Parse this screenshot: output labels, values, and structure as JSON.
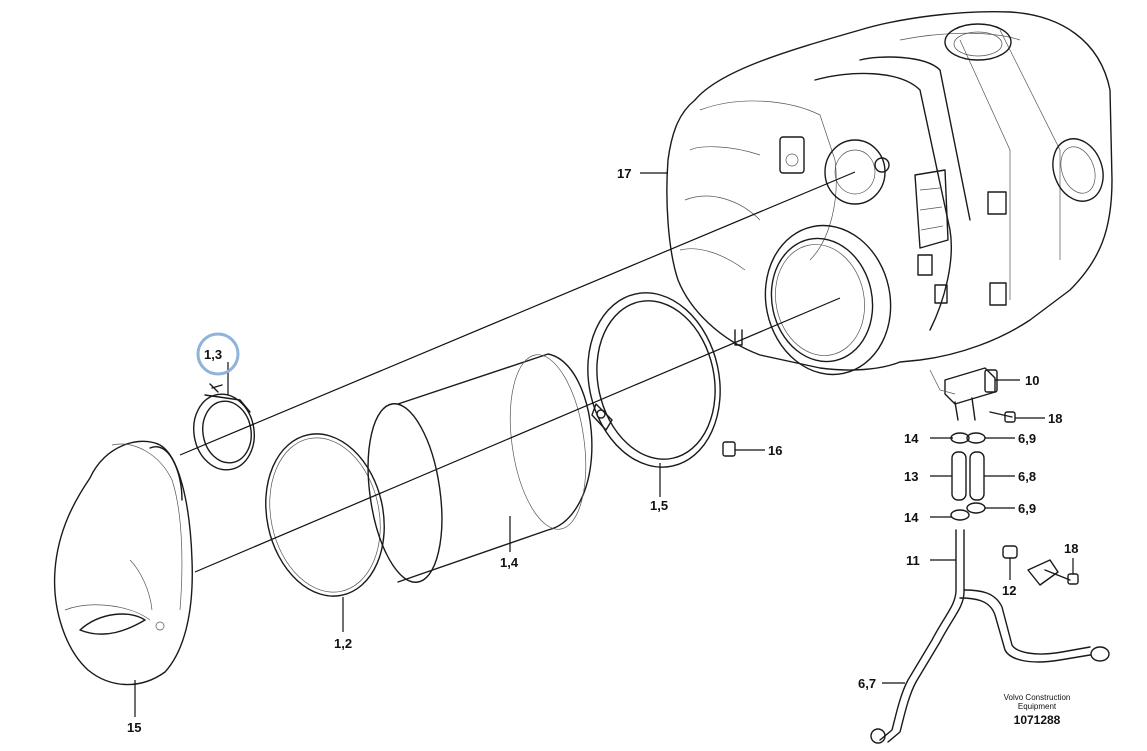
{
  "parts": [
    {
      "id": "p17",
      "label": "17"
    },
    {
      "id": "p13a",
      "label": "1,3"
    },
    {
      "id": "p12a",
      "label": "1,2"
    },
    {
      "id": "p14a",
      "label": "1,4"
    },
    {
      "id": "p15a",
      "label": "1,5"
    },
    {
      "id": "p15",
      "label": "15"
    },
    {
      "id": "p16",
      "label": "16"
    },
    {
      "id": "p10",
      "label": "10"
    },
    {
      "id": "p18a",
      "label": "18"
    },
    {
      "id": "p14l1",
      "label": "14"
    },
    {
      "id": "p69a",
      "label": "6,9"
    },
    {
      "id": "p13",
      "label": "13"
    },
    {
      "id": "p68",
      "label": "6,8"
    },
    {
      "id": "p14l2",
      "label": "14"
    },
    {
      "id": "p69b",
      "label": "6,9"
    },
    {
      "id": "p11",
      "label": "11"
    },
    {
      "id": "p12",
      "label": "12"
    },
    {
      "id": "p18b",
      "label": "18"
    },
    {
      "id": "p67",
      "label": "6,7"
    }
  ],
  "brand": {
    "line1": "Volvo Construction",
    "line2": "Equipment",
    "number": "1071288"
  },
  "highlight": {
    "target": "1,3",
    "color": "#8fb3d9"
  }
}
